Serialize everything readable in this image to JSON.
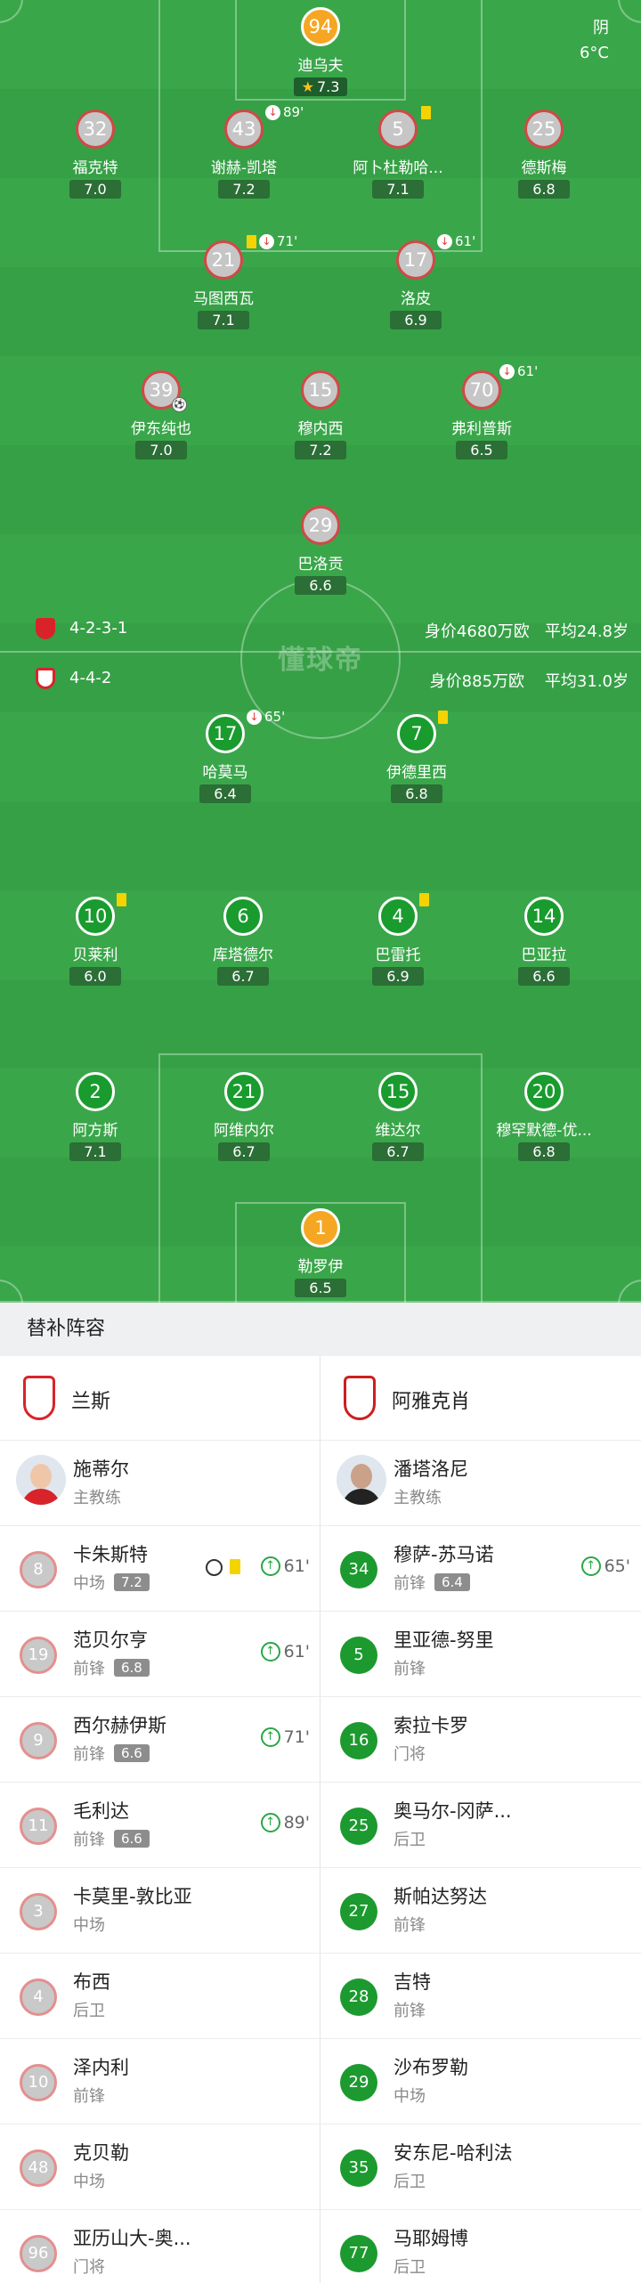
{
  "weather": {
    "condition": "阴",
    "temperature": "6°C"
  },
  "colors": {
    "pitch": "#3aa64a",
    "home_disc": "#c6c6c6",
    "away_disc": "#199b2e",
    "gk_disc": "#f5a623",
    "card": "#f5d300"
  },
  "home": {
    "formation": "4-2-3-1",
    "value_text": "身价4680万欧",
    "age_text": "平均24.8岁",
    "players": {
      "gk": {
        "number": "94",
        "name": "迪乌夫",
        "rating": "7.3"
      },
      "lb": {
        "number": "32",
        "name": "福克特",
        "rating": "7.0"
      },
      "cb1": {
        "number": "43",
        "name": "谢赫-凯塔",
        "rating": "7.2",
        "sub_time": "89'"
      },
      "cb2": {
        "number": "5",
        "name": "阿卜杜勒哈...",
        "rating": "7.1"
      },
      "rb": {
        "number": "25",
        "name": "德斯梅",
        "rating": "6.8"
      },
      "dm1": {
        "number": "21",
        "name": "马图西瓦",
        "rating": "7.1",
        "sub_time": "71'"
      },
      "dm2": {
        "number": "17",
        "name": "洛皮",
        "rating": "6.9",
        "sub_time": "61'"
      },
      "am1": {
        "number": "39",
        "name": "伊东纯也",
        "rating": "7.0"
      },
      "am2": {
        "number": "15",
        "name": "穆内西",
        "rating": "7.2"
      },
      "am3": {
        "number": "70",
        "name": "弗利普斯",
        "rating": "6.5",
        "sub_time": "61'"
      },
      "st": {
        "number": "29",
        "name": "巴洛贡",
        "rating": "6.6"
      }
    }
  },
  "away": {
    "formation": "4-4-2",
    "value_text": "身价885万欧",
    "age_text": "平均31.0岁",
    "players": {
      "st1": {
        "number": "17",
        "name": "哈莫马",
        "rating": "6.4",
        "sub_time": "65'"
      },
      "st2": {
        "number": "7",
        "name": "伊德里西",
        "rating": "6.8"
      },
      "lm": {
        "number": "10",
        "name": "贝莱利",
        "rating": "6.0"
      },
      "cm1": {
        "number": "6",
        "name": "库塔德尔",
        "rating": "6.7"
      },
      "cm2": {
        "number": "4",
        "name": "巴雷托",
        "rating": "6.9"
      },
      "rm": {
        "number": "14",
        "name": "巴亚拉",
        "rating": "6.6"
      },
      "lb": {
        "number": "2",
        "name": "阿方斯",
        "rating": "7.1"
      },
      "cb1": {
        "number": "21",
        "name": "阿维内尔",
        "rating": "6.7"
      },
      "cb2": {
        "number": "15",
        "name": "维达尔",
        "rating": "6.7"
      },
      "rb": {
        "number": "20",
        "name": "穆罕默德-优...",
        "rating": "6.8"
      },
      "gk": {
        "number": "1",
        "name": "勒罗伊",
        "rating": "6.5"
      }
    }
  },
  "watermark": "懂球帝",
  "subs": {
    "header": "替补阵容",
    "home_team": "兰斯",
    "away_team": "阿雅克肖",
    "home_coach": {
      "name": "施蒂尔",
      "role": "主教练"
    },
    "away_coach": {
      "name": "潘塔洛尼",
      "role": "主教练"
    },
    "home": [
      {
        "number": "8",
        "name": "卡朱斯特",
        "pos": "中场",
        "rating": "7.2",
        "sub_in": "61'"
      },
      {
        "number": "19",
        "name": "范贝尔亨",
        "pos": "前锋",
        "rating": "6.8",
        "sub_in": "61'"
      },
      {
        "number": "9",
        "name": "西尔赫伊斯",
        "pos": "前锋",
        "rating": "6.6",
        "sub_in": "71'"
      },
      {
        "number": "11",
        "name": "毛利达",
        "pos": "前锋",
        "rating": "6.6",
        "sub_in": "89'"
      },
      {
        "number": "3",
        "name": "卡莫里-敦比亚",
        "pos": "中场"
      },
      {
        "number": "4",
        "name": "布西",
        "pos": "后卫"
      },
      {
        "number": "10",
        "name": "泽内利",
        "pos": "前锋"
      },
      {
        "number": "48",
        "name": "克贝勒",
        "pos": "中场"
      },
      {
        "number": "96",
        "name": "亚历山大-奥...",
        "pos": "门将"
      }
    ],
    "away": [
      {
        "number": "34",
        "name": "穆萨-苏马诺",
        "pos": "前锋",
        "rating": "6.4",
        "sub_in": "65'"
      },
      {
        "number": "5",
        "name": "里亚德-努里",
        "pos": "前锋"
      },
      {
        "number": "16",
        "name": "索拉卡罗",
        "pos": "门将"
      },
      {
        "number": "25",
        "name": "奥马尔-冈萨...",
        "pos": "后卫"
      },
      {
        "number": "27",
        "name": "斯帕达努达",
        "pos": "前锋"
      },
      {
        "number": "28",
        "name": "吉特",
        "pos": "前锋"
      },
      {
        "number": "29",
        "name": "沙布罗勒",
        "pos": "中场"
      },
      {
        "number": "35",
        "name": "安东尼-哈利法",
        "pos": "后卫"
      },
      {
        "number": "77",
        "name": "马耶姆博",
        "pos": "后卫"
      }
    ]
  }
}
